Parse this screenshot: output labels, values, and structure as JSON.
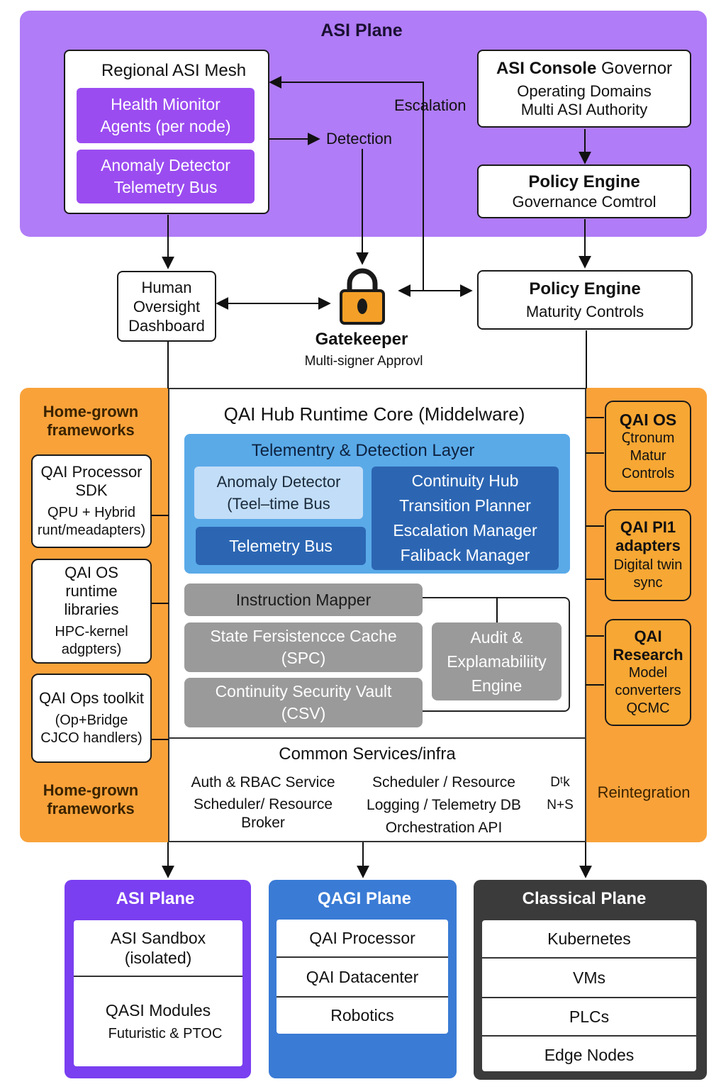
{
  "asi_plane": {
    "title": "ASI Plane",
    "regional_mesh": {
      "title": "Regional ASI Mesh",
      "health_monitor": "Health Mionitor Agents (per node)",
      "anomaly": "Anomaly Detector Telemetry Bus"
    },
    "escalation_label": "Escalation",
    "detection_label": "Detection",
    "console_governor": {
      "title_bold": "ASI Console",
      "title_rest": "Governor",
      "line1": "Operating Domains",
      "line2": "Multi ASI Authority"
    },
    "policy_engine_governance": {
      "title": "Policy Engine",
      "subtitle": "Governance Comtrol"
    }
  },
  "middle": {
    "human_oversight": "Human Oversight Dashboard",
    "gatekeeper_title": "Gatekeeper",
    "gatekeeper_subtitle": "Multi-signer Approvl",
    "policy_engine_maturity": {
      "title": "Policy Engine",
      "subtitle": "Maturity Controls"
    }
  },
  "left_frameworks": {
    "header_top": "Home-grown frameworks",
    "header_bottom": "Home-grown frameworks",
    "items": [
      {
        "title": "QAI Processor SDK",
        "subtitle": "QPU + Hybrid runt/meadapters)"
      },
      {
        "title": "QAI OS runtime libraries",
        "subtitle": "HPC-kernel adgpters)"
      },
      {
        "title": "QAI Ops toolkit",
        "subtitle": "(Op+Bridge CJCO handlers)"
      }
    ]
  },
  "core": {
    "title": "QAI Hub Runtime Core (Middelware)",
    "telemetry_layer": {
      "title": "Telementry & Detection Layer",
      "anomaly": "Anomaly Detector (Teel–time Bus",
      "telemetry_bus": "Telemetry Bus",
      "continuity_lines": [
        "Continuity Hub",
        "Transition Planner",
        "Escalation Manager",
        "Faliback Manager"
      ]
    },
    "instruction_mapper": "Instruction Mapper",
    "state_persistence": "State Fersistencce Cache (SPC)",
    "security_vault": "Continuity Security Vault (CSV)",
    "audit_engine": "Audit & Explamabiliity Engine"
  },
  "common_services": {
    "title": "Common Services/infra",
    "col1": [
      "Auth & RBAC Service",
      "Scheduler/ Resource",
      "Broker"
    ],
    "col2": [
      "Scheduler / Resource",
      "Logging / Telemetry DB",
      "Orchestration API"
    ],
    "col3": [
      "Dᵗk",
      "N+S"
    ]
  },
  "right_side": {
    "items": [
      {
        "title": "QAI OS",
        "subtitle": "Ꞔtronum Matur Controls"
      },
      {
        "title": "QAI PI1 adapters",
        "subtitle": "Digital twin sync"
      },
      {
        "title": "QAI Research",
        "subtitle": "Model converters QCMC"
      }
    ],
    "reintegration": "Reintegration"
  },
  "bottom_planes": {
    "asi": {
      "title": "ASI Plane",
      "cells": [
        {
          "main": "ASI Sandbox (isolated)"
        },
        {
          "main": "QASI Modules",
          "sub": "Futuristic & PTOC"
        }
      ]
    },
    "qagi": {
      "title": "QAGI Plane",
      "cells": [
        "QAI Processor",
        "QAI Datacenter",
        "Robotics"
      ]
    },
    "classical": {
      "title": "Classical Plane",
      "cells": [
        "Kubernetes",
        "VMs",
        "PLCs",
        "Edge Nodes"
      ]
    }
  },
  "colors": {
    "asi_bg": "#b07cf7",
    "purple_button": "#9b4cf0",
    "orange": "#f9a23a",
    "blue_layer": "#5aaae8",
    "blue_dark": "#2c66b3",
    "blue_light": "#c2ddf8",
    "gray": "#9a9a9a",
    "asi_bottom": "#7a3ff0",
    "qagi_bottom": "#3a7bd5",
    "classical_bottom": "#3b3b3b"
  }
}
